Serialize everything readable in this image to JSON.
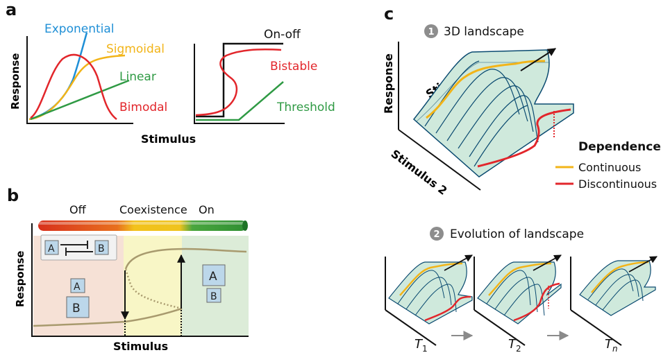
{
  "panel_a": {
    "letter": "a",
    "left_chart": {
      "y_label": "Response",
      "curves": {
        "exponential": "Exponential",
        "sigmoidal": "Sigmoidal",
        "linear": "Linear",
        "bimodal": "Bimodal"
      }
    },
    "right_chart": {
      "curves": {
        "onoff": "On-off",
        "bistable": "Bistable",
        "threshold": "Threshold"
      }
    },
    "x_label": "Stimulus"
  },
  "panel_b": {
    "letter": "b",
    "phases": {
      "off": "Off",
      "coexistence": "Coexistence",
      "on": "On"
    },
    "y_label": "Response",
    "x_label": "Stimulus",
    "box_a": "A",
    "box_b": "B"
  },
  "panel_c": {
    "letter": "c",
    "step1_number": "1",
    "step1_title": "3D landscape",
    "axis_response": "Response",
    "axis_stimulus1": "Stimulus 1",
    "axis_stimulus2": "Stimulus 2",
    "legend_title": "Dependence",
    "legend_continuous": "Continuous",
    "legend_discontinuous": "Discontinuous",
    "step2_number": "2",
    "step2_title": "Evolution of landscape",
    "t1_base": "T",
    "t1_sub": "1",
    "t2_base": "T",
    "t2_sub": "2",
    "tn_base": "T",
    "tn_sub": "n"
  },
  "colors": {
    "exponential": "#1f8fd6",
    "sigmoidal": "#f2b418",
    "linear": "#2f9a44",
    "bimodal": "#e2262b",
    "landscape_fill": "#cfe9dc",
    "landscape_line": "#0a4a70"
  }
}
